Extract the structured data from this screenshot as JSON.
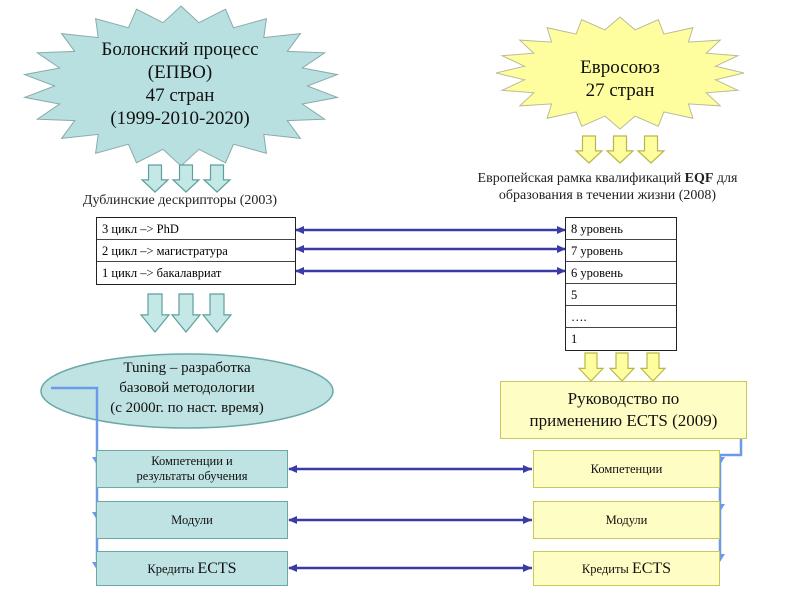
{
  "bologna": {
    "line1": "Болонский процесс",
    "line2": "(ЕПВО)",
    "line3": "47 стран",
    "line4": "(1999-2010-2020)"
  },
  "eu": {
    "line1": "Евросоюз",
    "line2": "27 стран"
  },
  "dublin_caption": "Дублинские дескрипторы (2003)",
  "eqf_caption": {
    "pre": "Европейская рамка квалификаций ",
    "bold": "EQF",
    "post": " для",
    "line2": "образования в течении жизни (2008)"
  },
  "dublin_rows": [
    "3 цикл –> PhD",
    "2 цикл –> магистратура",
    "1 цикл –> бакалавриат"
  ],
  "eqf_rows": [
    "8 уровень",
    "7 уровень",
    "6 уровень",
    "5",
    "….",
    "1"
  ],
  "tuning": {
    "line1": "Tuning – разработка",
    "line2": "базовой методологии",
    "line3": "(с 2000г. по наст. время)"
  },
  "ects_guide": {
    "line1": "Руководство по",
    "line2": "применению ECTS (2009)"
  },
  "left_boxes": {
    "competences_line1": "Компетенции и",
    "competences_line2": "результаты обучения",
    "modules": "Модули",
    "credits_pre": "Кредиты ",
    "credits_ects": "ECTS"
  },
  "right_boxes": {
    "competences": "Компетенции",
    "modules": "Модули",
    "credits_pre": "Кредиты ",
    "credits_ects": "ECTS"
  },
  "colors": {
    "burst_teal": "#b9e0e0",
    "burst_yellow": "#fefe9e",
    "arrow_fill": "#c4e8e6",
    "connector_blue": "#3b3ba8",
    "guide_line": "#6b9be8"
  }
}
